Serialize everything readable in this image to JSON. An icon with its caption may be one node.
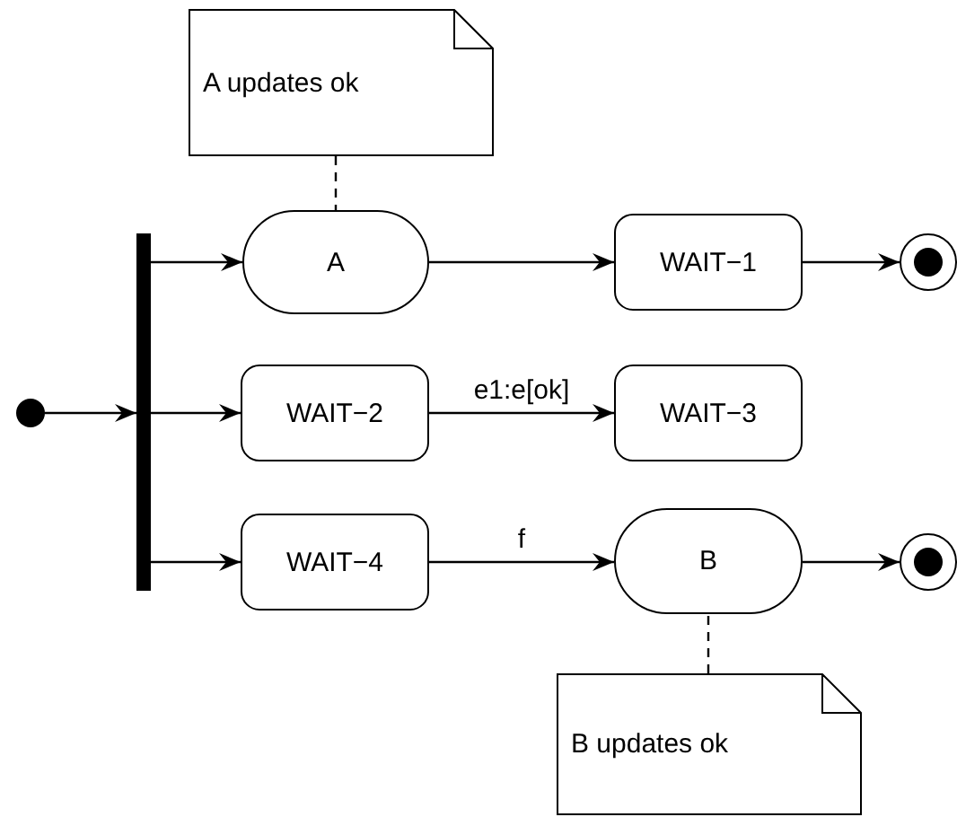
{
  "diagram": {
    "nodes": [
      {
        "text": [
          "A updates ok"
        ]
      },
      {
        "text": [],
        "shape": "circle"
      },
      {
        "text": [],
        "shape": "bar"
      },
      {
        "text": [
          "A"
        ]
      },
      {
        "text": [
          "WAIT−1"
        ]
      },
      {
        "text": [],
        "shape": "circle"
      },
      {
        "text": [
          "WAIT−2"
        ]
      },
      {
        "text": [
          "WAIT−3"
        ]
      },
      {
        "text": [
          "WAIT−4"
        ]
      },
      {
        "text": [
          "B"
        ]
      },
      {
        "text": [],
        "shape": "circle"
      },
      {
        "text": [
          "B updates ok"
        ]
      }
    ],
    "edges": [
      {
        "from": 0,
        "to": 3,
        "arrow": "none",
        "style": "dashed"
      },
      {
        "from": 1,
        "to": 2,
        "arrow": "to"
      },
      {
        "from": 2,
        "to": 3,
        "arrow": "to"
      },
      {
        "from": 2,
        "to": 6,
        "arrow": "to"
      },
      {
        "from": 2,
        "to": 8,
        "arrow": "to"
      },
      {
        "from": 3,
        "to": 4,
        "arrow": "to"
      },
      {
        "from": 4,
        "to": 5,
        "arrow": "to"
      },
      {
        "from": 6,
        "to": 7,
        "arrow": "to",
        "label": "e1:e[ok]"
      },
      {
        "from": 8,
        "to": 9,
        "arrow": "to",
        "label": "f"
      },
      {
        "from": 9,
        "to": 10,
        "arrow": "to"
      },
      {
        "from": 11,
        "to": 9,
        "arrow": "none",
        "style": "dashed"
      }
    ]
  }
}
